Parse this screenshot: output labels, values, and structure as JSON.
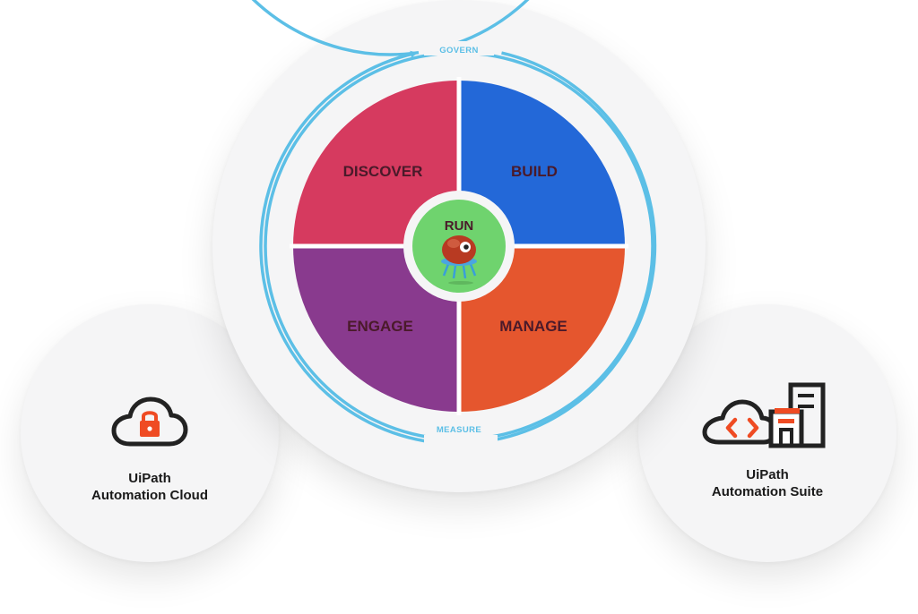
{
  "wheel": {
    "top_label": "GOVERN",
    "bottom_label": "MEASURE",
    "center_label": "RUN",
    "quadrants": {
      "discover": "DISCOVER",
      "build": "BUILD",
      "engage": "ENGAGE",
      "manage": "MANAGE"
    },
    "colors": {
      "discover": "#d63a5f",
      "build": "#2368d8",
      "engage": "#893a8e",
      "manage": "#e5562e",
      "center": "#6fd36e",
      "ring": "#5cbfe6"
    }
  },
  "products": {
    "cloud": {
      "line1": "UiPath",
      "line2": "Automation Cloud",
      "icon": "cloud-lock-icon"
    },
    "suite": {
      "line1": "UiPath",
      "line2": "Automation Suite",
      "icon": "cloud-code-building-icon"
    }
  }
}
